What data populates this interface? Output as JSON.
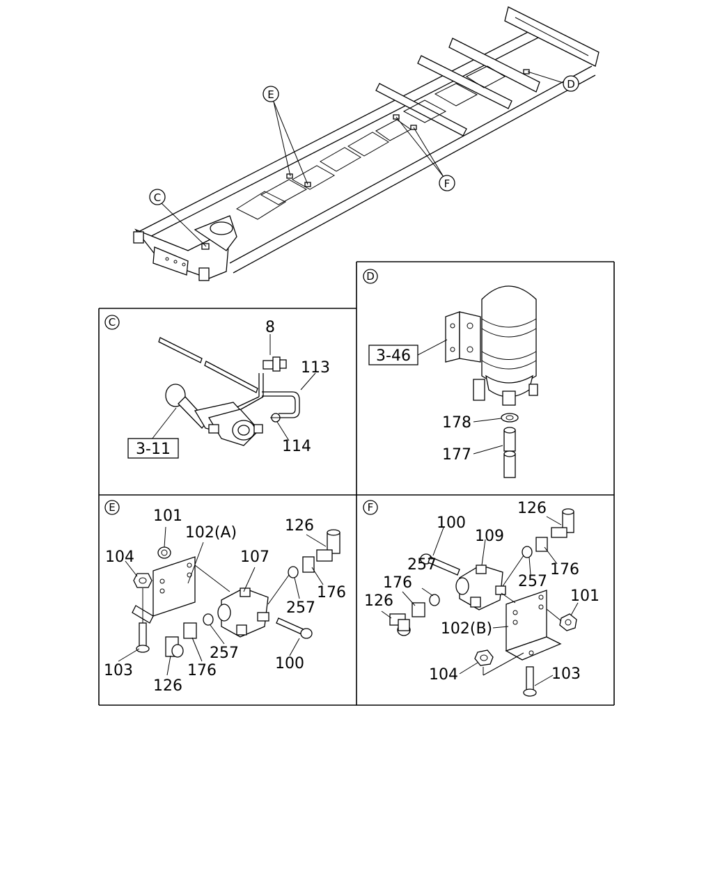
{
  "callouts": {
    "C": "C",
    "D": "D",
    "E": "E",
    "F": "F"
  },
  "panel_c": {
    "ref_8": "8",
    "ref_113": "113",
    "ref_114": "114",
    "ref_box": "3-11"
  },
  "panel_d": {
    "ref_box": "3-46",
    "ref_178": "178",
    "ref_177": "177"
  },
  "panel_e": {
    "ref_101": "101",
    "ref_102": "102(A)",
    "ref_104": "104",
    "ref_107": "107",
    "ref_126_top": "126",
    "ref_176_top": "176",
    "ref_257_top": "257",
    "ref_103": "103",
    "ref_126_bottom": "126",
    "ref_176_bottom": "176",
    "ref_257_bottom": "257",
    "ref_100": "100"
  },
  "panel_f": {
    "ref_100": "100",
    "ref_109": "109",
    "ref_126_top": "126",
    "ref_176_top": "176",
    "ref_257_top": "257",
    "ref_257_left": "257",
    "ref_176_left": "176",
    "ref_126_left": "126",
    "ref_101": "101",
    "ref_102": "102(B)",
    "ref_104": "104",
    "ref_103": "103"
  }
}
